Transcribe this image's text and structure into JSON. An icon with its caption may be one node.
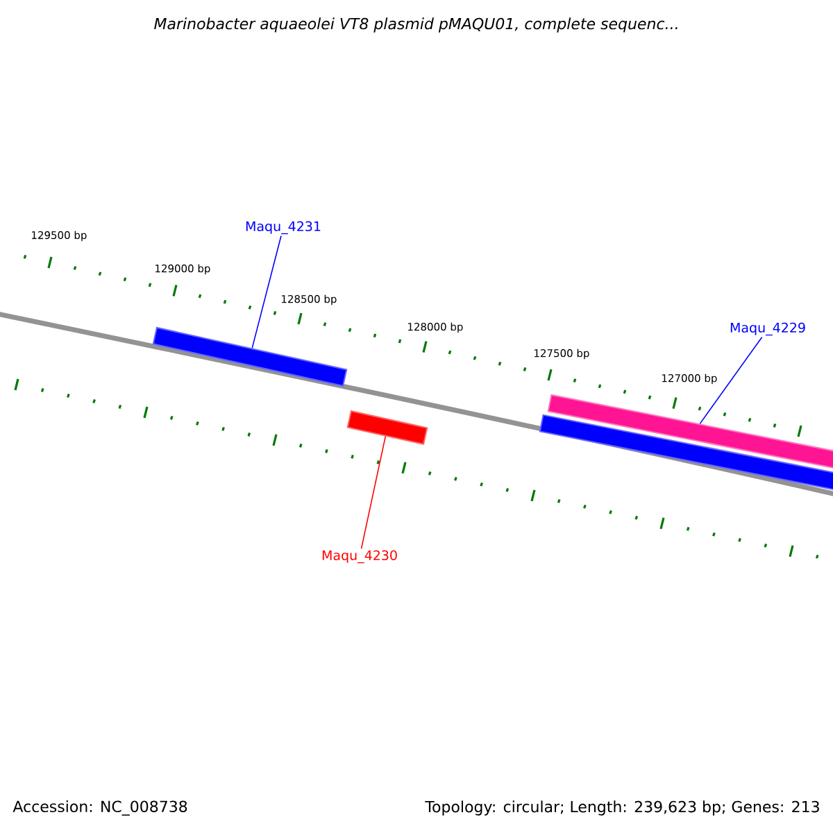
{
  "diagram": {
    "title": "Marinobacter aquaeolei VT8 plasmid pMAQU01, complete sequenc...",
    "nodes": [
      {
        "text": [
          "Maqu_4231"
        ]
      },
      {
        "text": [],
        "shape": "bar"
      },
      {
        "text": [
          "Maqu_4230"
        ]
      },
      {
        "text": [],
        "shape": "bar"
      },
      {
        "text": [
          "Maqu_4229"
        ]
      },
      {
        "text": [],
        "shape": "bar"
      },
      {
        "text": [],
        "shape": "bar"
      }
    ],
    "edges": [
      {
        "from": 0,
        "to": 1,
        "arrow": "none"
      },
      {
        "from": 2,
        "to": 3,
        "arrow": "none",
        "color": "#ff0000"
      },
      {
        "from": 4,
        "to": 5,
        "arrow": "none"
      }
    ],
    "labels": [
      "129500 bp",
      "129000 bp",
      "128500 bp",
      "128000 bp",
      "127500 bp",
      "127000 bp",
      "Accession: NC_008738",
      "Topology: circular; Length: 239,623 bp; Genes: 213"
    ]
  }
}
